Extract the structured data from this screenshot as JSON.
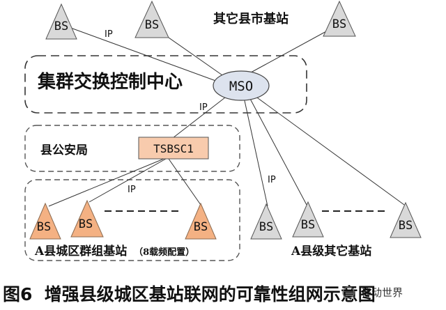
{
  "diagram": {
    "bs_label": "BS",
    "ip_label": "IP",
    "other_county_label": "其它县市基站",
    "cluster_center_label": "集群交换控制中心",
    "mso_label": "MSO",
    "police_bureau_label": "县公安局",
    "tsbsc_label": "TSBSC1",
    "city_group_label": "A县城区群组基站",
    "carrier_config_label": "（8载频配置）",
    "other_stations_label": "A县级其它基站"
  },
  "caption": {
    "text": "图6  增强县级城区基站联网的可靠性组网示意图",
    "watermark": "移动世界"
  },
  "colors": {
    "gray_triangle": "#d9d9d9",
    "orange_triangle": "#f4b183",
    "tsbsc_fill": "#f8cbad",
    "mso_fill": "#dde3ee"
  }
}
